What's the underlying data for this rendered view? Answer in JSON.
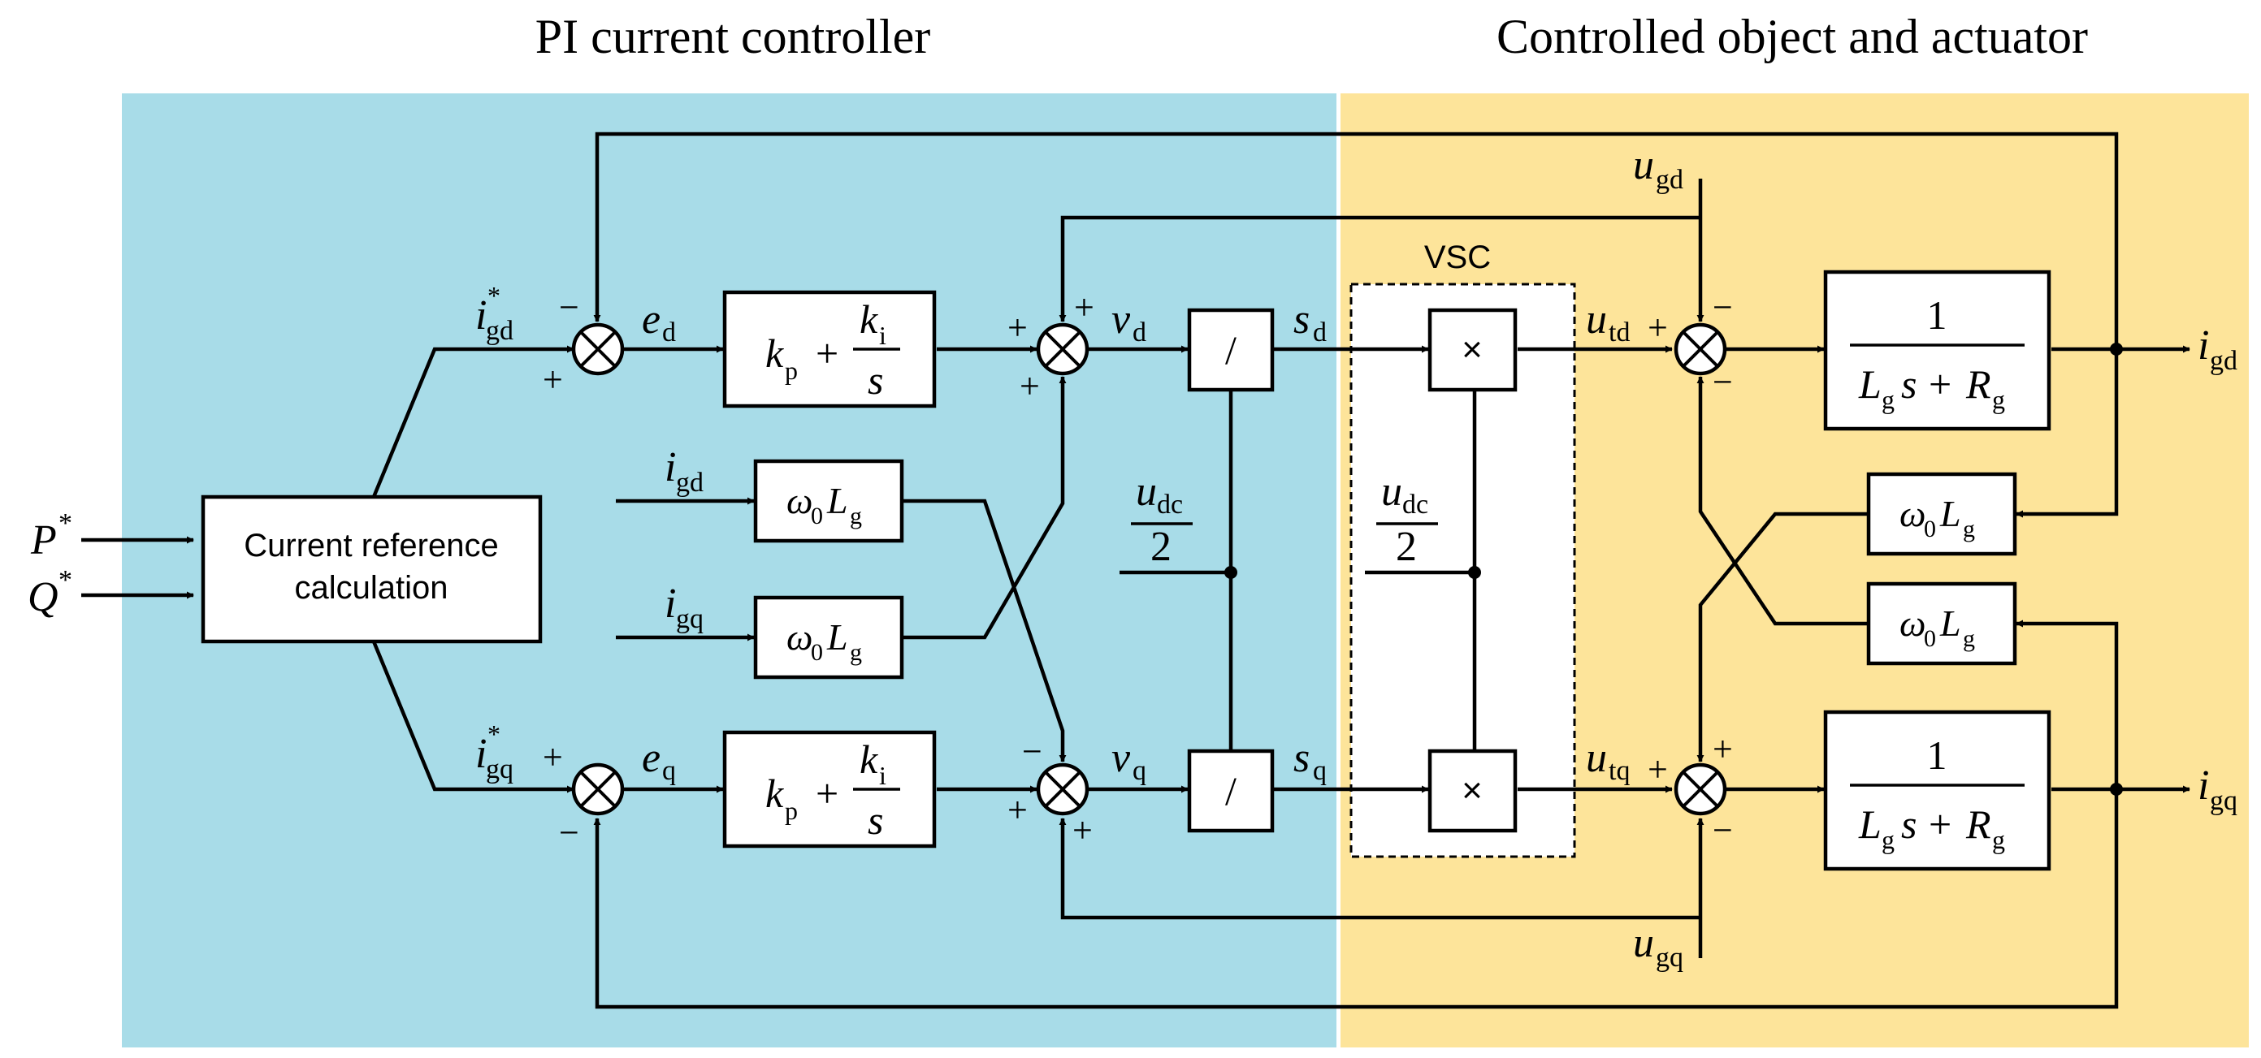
{
  "colors": {
    "pi_region": "#a8dce8",
    "plant_region": "#fde49a",
    "line": "#000000",
    "block_fill": "#ffffff"
  },
  "headings": {
    "pi_region": "PI current controller",
    "plant_region": "Controlled object and actuator"
  },
  "blocks": {
    "current_reference": [
      "Current reference",
      "calculation"
    ],
    "vsc": "VSC",
    "pi_d": {
      "kp": "k",
      "kp_sub": "p",
      "plus": "+",
      "ki": "k",
      "ki_sub": "i",
      "s": "s"
    },
    "pi_q": {
      "kp": "k",
      "kp_sub": "p",
      "plus": "+",
      "ki": "k",
      "ki_sub": "i",
      "s": "s"
    },
    "divide_d": "/",
    "divide_q": "/",
    "multiply_d": "×",
    "multiply_q": "×",
    "coupling": {
      "omega": "ω",
      "omega_sub": "0",
      "L": "L",
      "L_sub": "g"
    },
    "plant": {
      "num": "1",
      "L": "L",
      "L_sub": "g",
      "s": "s",
      "plus": "+",
      "R": "R",
      "R_sub": "g"
    }
  },
  "signals": {
    "P_ref": {
      "main": "P",
      "sup": "*"
    },
    "Q_ref": {
      "main": "Q",
      "sup": "*"
    },
    "igd_ref": {
      "main": "i",
      "sub": "gd",
      "sup": "*"
    },
    "igq_ref": {
      "main": "i",
      "sub": "gq",
      "sup": "*"
    },
    "ed": {
      "main": "e",
      "sub": "d"
    },
    "eq": {
      "main": "e",
      "sub": "q"
    },
    "vd": {
      "main": "v",
      "sub": "d"
    },
    "vq": {
      "main": "v",
      "sub": "q"
    },
    "sd": {
      "main": "s",
      "sub": "d"
    },
    "sq": {
      "main": "s",
      "sub": "q"
    },
    "igd_in": {
      "main": "i",
      "sub": "gd"
    },
    "igq_in": {
      "main": "i",
      "sub": "gq"
    },
    "udc": {
      "main": "u",
      "sub": "dc",
      "den": "2"
    },
    "ugd": {
      "main": "u",
      "sub": "gd"
    },
    "ugq": {
      "main": "u",
      "sub": "gq"
    },
    "utd": {
      "main": "u",
      "sub": "td"
    },
    "utq": {
      "main": "u",
      "sub": "tq"
    },
    "igd_out": {
      "main": "i",
      "sub": "gd"
    },
    "igq_out": {
      "main": "i",
      "sub": "gq"
    }
  },
  "signs": {
    "plus": "+",
    "minus": "−"
  }
}
